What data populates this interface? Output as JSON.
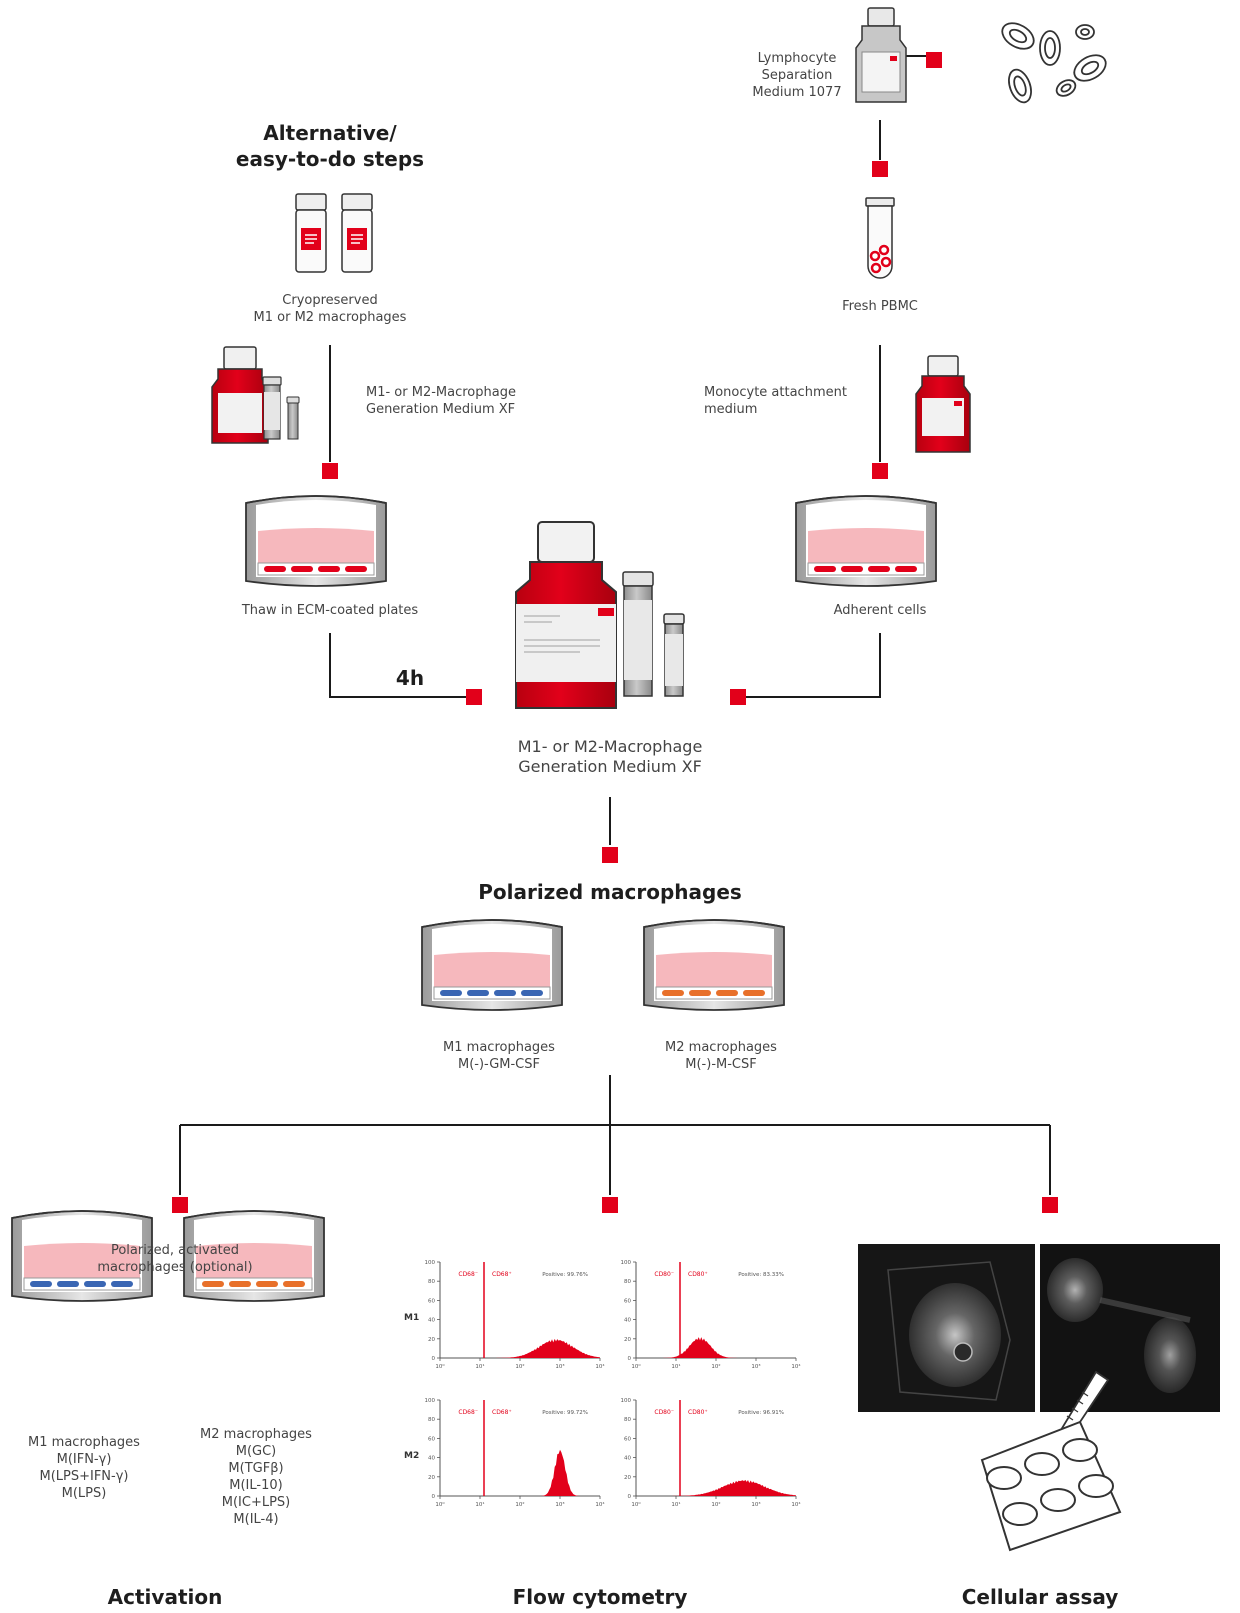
{
  "colors": {
    "accent": "#e2001a",
    "line": "#1a1a1a",
    "medium_pink": "#f6b8bd",
    "m1_cell": "#3a66b3",
    "m2_cell": "#e8702a",
    "grey": "#bdbdbd"
  },
  "top_right": {
    "reagent_label": "Lymphocyte\nSeparation\nMedium 1077",
    "pbmc_label": "Fresh PBMC",
    "attach_label": "Monocyte attachment\nmedium",
    "adherent_label": "Adherent cells"
  },
  "alt": {
    "title": "Alternative/\neasy-to-do steps",
    "cryo_label": "Cryopreserved\nM1 or M2 macrophages",
    "gen_medium_label": "M1- or M2-Macrophage\nGeneration Medium XF",
    "thaw_label": "Thaw in ECM-coated plates",
    "time_label": "4h"
  },
  "center": {
    "medium_label": "M1- or M2-Macrophage\nGeneration Medium XF",
    "polarized_title": "Polarized macrophages",
    "m1_label": "M1 macrophages\nM(-)-GM-CSF",
    "m2_label": "M2 macrophages\nM(-)-M-CSF"
  },
  "activation": {
    "subtitle": "Polarized, activated\nmacrophages (optional)",
    "m1_label": "M1 macrophages\nM(IFN-γ)\nM(LPS+IFN-γ)\nM(LPS)",
    "m2_label": "M2 macrophages\nM(GC)\nM(TGFβ)\nM(IL-10)\nM(IC+LPS)\nM(IL-4)",
    "title": "Activation"
  },
  "flow": {
    "title": "Flow cytometry",
    "row_labels": [
      "M1",
      "M2"
    ],
    "y_ticks": [
      "100",
      "80",
      "60",
      "40",
      "20",
      "0"
    ],
    "x_ticks": [
      "10⁰",
      "10¹",
      "10²",
      "10³",
      "10⁴"
    ],
    "panels": [
      {
        "neg": "CD68⁻",
        "pos": "CD68⁺",
        "positive": "Positive: 99.76%",
        "peak_log": 2.9,
        "width": 0.9,
        "height": 20
      },
      {
        "neg": "CD80⁻",
        "pos": "CD80⁺",
        "positive": "Positive: 83.33%",
        "peak_log": 1.6,
        "width": 0.55,
        "height": 22
      },
      {
        "neg": "CD68⁻",
        "pos": "CD68⁺",
        "positive": "Positive: 99.72%",
        "peak_log": 3.0,
        "width": 0.28,
        "height": 50
      },
      {
        "neg": "CD80⁻",
        "pos": "CD80⁺",
        "positive": "Positive: 96.91%",
        "peak_log": 2.7,
        "width": 1.1,
        "height": 17
      }
    ]
  },
  "assay": {
    "title": "Cellular assay"
  }
}
